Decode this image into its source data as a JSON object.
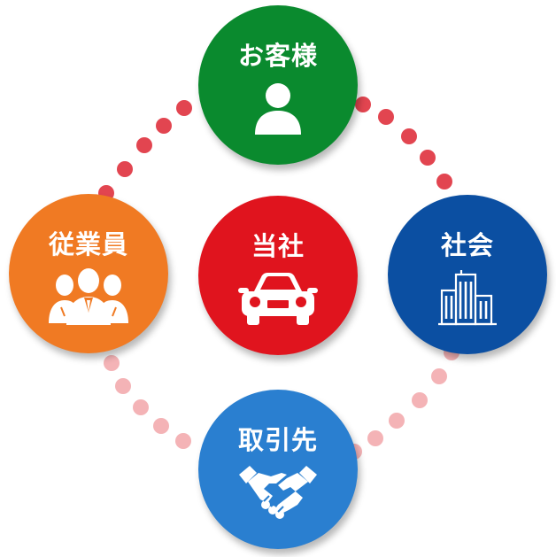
{
  "nodes": {
    "customer": {
      "label": "お客様",
      "color": "#0a8a2e",
      "icon": "person-icon"
    },
    "employee": {
      "label": "従業員",
      "color": "#f07a23",
      "icon": "people-group-icon"
    },
    "company": {
      "label": "当社",
      "color": "#e0141e",
      "icon": "car-icon"
    },
    "society": {
      "label": "社会",
      "color": "#0b4fa2",
      "icon": "buildings-icon"
    },
    "partner": {
      "label": "取引先",
      "color": "#2a7fd0",
      "icon": "handshake-icon"
    }
  },
  "connector_colors": {
    "upper": "#e24550",
    "lower": "#f4b3b6"
  }
}
